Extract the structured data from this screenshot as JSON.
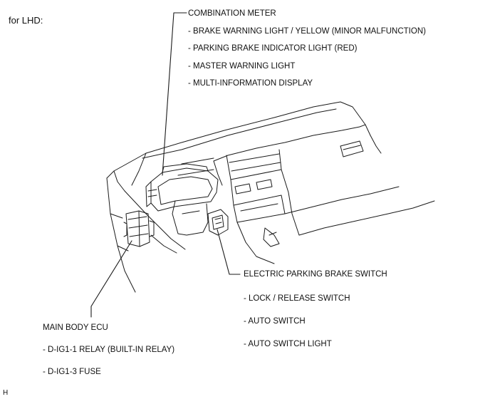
{
  "header": {
    "variant": "for LHD:"
  },
  "callouts": {
    "combination_meter": {
      "title": "COMBINATION METER",
      "items": [
        "- BRAKE WARNING LIGHT / YELLOW (MINOR MALFUNCTION)",
        "- PARKING BRAKE INDICATOR LIGHT (RED)",
        "- MASTER WARNING LIGHT",
        "- MULTI-INFORMATION DISPLAY"
      ]
    },
    "epb_switch": {
      "title": "ELECTRIC PARKING BRAKE SWITCH",
      "items": [
        "- LOCK / RELEASE SWITCH",
        "- AUTO SWITCH",
        "- AUTO SWITCH LIGHT"
      ]
    },
    "main_body_ecu": {
      "title": "MAIN BODY ECU",
      "items": [
        "- D-IG1-1 RELAY (BUILT-IN RELAY)",
        "- D-IG1-3 FUSE"
      ]
    }
  },
  "footer": {
    "code": "H"
  },
  "colors": {
    "line": "#1a1a1a",
    "text": "#111111",
    "background": "#ffffff"
  }
}
